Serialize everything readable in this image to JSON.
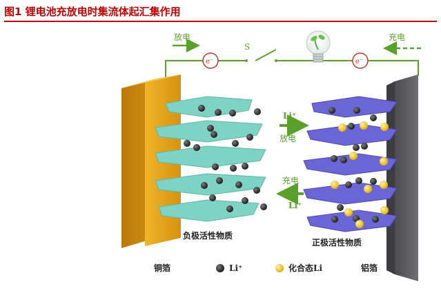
{
  "figure": {
    "title": "图1  锂电池充放电时集流体起汇集作用"
  },
  "diagram": {
    "top_labels": {
      "discharge": "放电",
      "charge": "充电",
      "switch": "S",
      "electron": "e⁻"
    },
    "middle_labels": {
      "li_top": "Li⁺",
      "discharge": "放电",
      "charge": "充电",
      "li_bottom": "Li⁺"
    },
    "material_labels": {
      "anode": "负极活性物质",
      "cathode": "正极活性物质"
    },
    "legend": {
      "copper_foil": "铜箔",
      "li_ion": "Li⁺",
      "compound_li": "化合态Li",
      "aluminum_foil": "铝箔"
    }
  },
  "colors": {
    "title_red": "#c00000",
    "wire_green": "#5aa12c",
    "copper_gold": "#e3a21a",
    "aluminum_gray": "#5e5f63",
    "anode_layer_teal": "#7fd3c4",
    "cathode_layer_purple": "#6b66d6",
    "li_ion_dark": "#2b2b2b",
    "compound_li_yellow": "#f0c21b"
  }
}
